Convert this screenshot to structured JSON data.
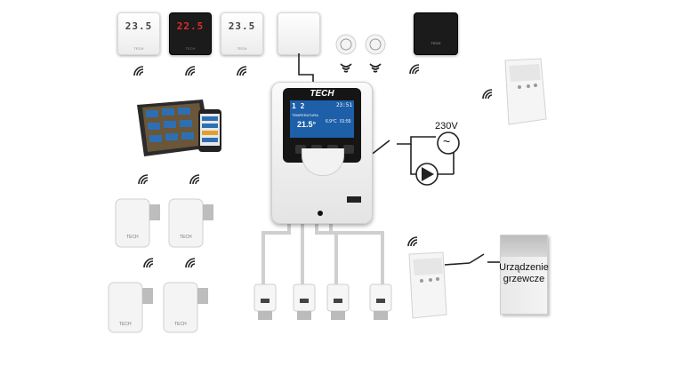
{
  "controller": {
    "brand": "TECH",
    "screen": {
      "row1_left": "1 2",
      "row1_right": "23:51",
      "temp_label": "TEMPERATURA",
      "temp_value": "21.5°",
      "sub_value": "6.9°C",
      "time_value": "01:55"
    }
  },
  "thermostats": [
    {
      "display": "23.5",
      "color": "white"
    },
    {
      "display": "22.5",
      "color": "black"
    },
    {
      "display": "23.5",
      "color": "white"
    }
  ],
  "power": {
    "voltage": "230V",
    "ac_symbol": "~"
  },
  "boiler": {
    "line1": "Urządzenie",
    "line2": "grzewcze"
  },
  "brand_small": "TECH",
  "colors": {
    "screen_blue": "#1d5fa8",
    "display_red": "#e32b2b",
    "line": "#222222",
    "pipe": "#cccccc"
  }
}
